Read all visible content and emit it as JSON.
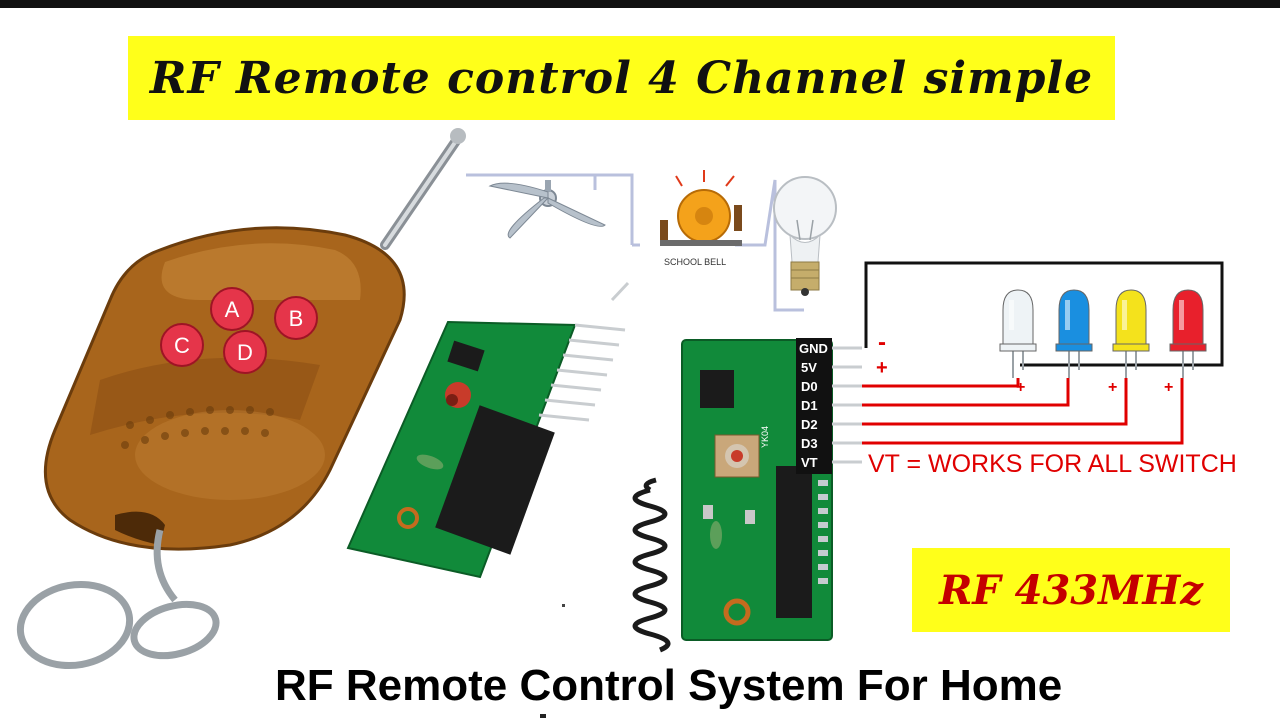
{
  "title": "RF Remote control 4 Channel simple",
  "footer_title": "RF Remote Control System For Home",
  "frequency_label": "RF 433MHz",
  "vt_note": "VT = WORKS FOR ALL SWITCH",
  "bell_label": "SCHOOL BELL",
  "remote": {
    "buttons": [
      "A",
      "B",
      "C",
      "D"
    ]
  },
  "receiver": {
    "pins": [
      "GND",
      "5V",
      "D0",
      "D1",
      "D2",
      "D3",
      "VT"
    ],
    "board_code": "YK04"
  },
  "wiring": {
    "gnd_sign": "-",
    "vcc_sign": "+",
    "led_sign": "+"
  },
  "leds": [
    {
      "color": "white",
      "hex": "#eef3f6"
    },
    {
      "color": "blue",
      "hex": "#1a8fe0"
    },
    {
      "color": "yellow",
      "hex": "#f4e21c"
    },
    {
      "color": "red",
      "hex": "#e8202c"
    }
  ],
  "colors": {
    "banner": "#ffff1a",
    "wire": "#e00000",
    "frame": "#111111",
    "pcb": "#118a3a"
  }
}
